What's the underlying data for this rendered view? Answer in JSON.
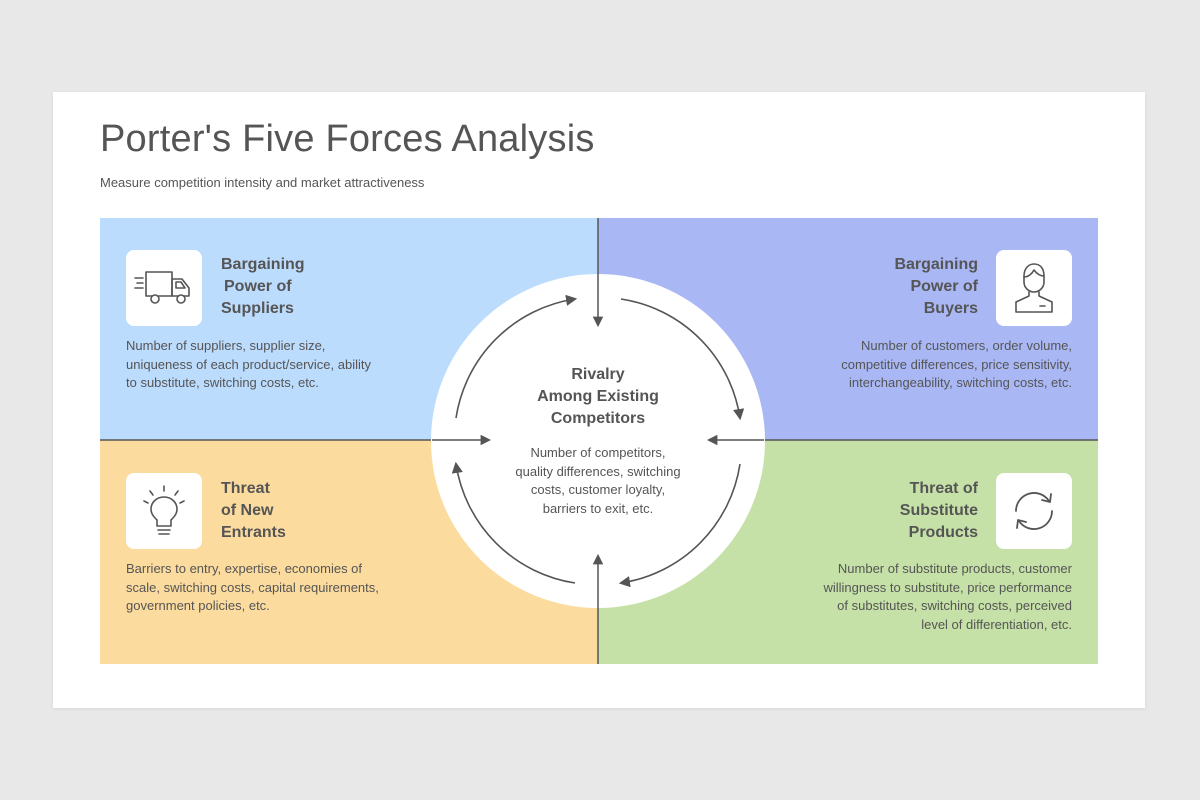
{
  "title": "Porter's Five Forces Analysis",
  "subtitle": "Measure competition  intensity and market attractiveness",
  "center": {
    "title_lines": [
      "Rivalry",
      "Among Existing",
      "Competitors"
    ],
    "desc_lines": [
      "Number  of competitors,",
      "quality differences, switching",
      "costs, customer loyalty,",
      "barriers  to exit, etc."
    ]
  },
  "forces": {
    "suppliers": {
      "icon": "delivery-truck-icon",
      "title_lines": [
        "Bargaining",
        "Power of",
        "Suppliers"
      ],
      "desc_lines": [
        "Number  of suppliers, supplier size,",
        "uniqueness of each product/service,  ability",
        "to substitute,  switching costs, etc."
      ]
    },
    "buyers": {
      "icon": "person-icon",
      "title_lines": [
        "Bargaining",
        "Power of",
        "Buyers"
      ],
      "desc_lines": [
        "Number  of customers, order volume,",
        "competitive  differences, price sensitivity,",
        "interchangeability,  switching costs, etc."
      ]
    },
    "new_entrants": {
      "icon": "lightbulb-icon",
      "title_lines": [
        "Threat",
        "of New",
        "Entrants"
      ],
      "desc_lines": [
        "Barriers to entry, expertise, economies of",
        "scale, switching costs, capital requirements,",
        "government  policies, etc."
      ]
    },
    "substitutes": {
      "icon": "refresh-cycle-icon",
      "title_lines": [
        "Threat of",
        "Substitute",
        "Products"
      ],
      "desc_lines": [
        "Number  of substitute products, customer",
        "willingness to substitute, price performance",
        "of substitutes, switching costs, perceived",
        "level of differentiation,  etc."
      ]
    }
  },
  "colors": {
    "background": "#e9e8e9",
    "suppliers": "#bcdcfd",
    "buyers": "#a9b8f5",
    "new_entrants": "#fcdb9f",
    "substitutes": "#c5e1a7",
    "text": "#555555",
    "lines": "#555555"
  }
}
